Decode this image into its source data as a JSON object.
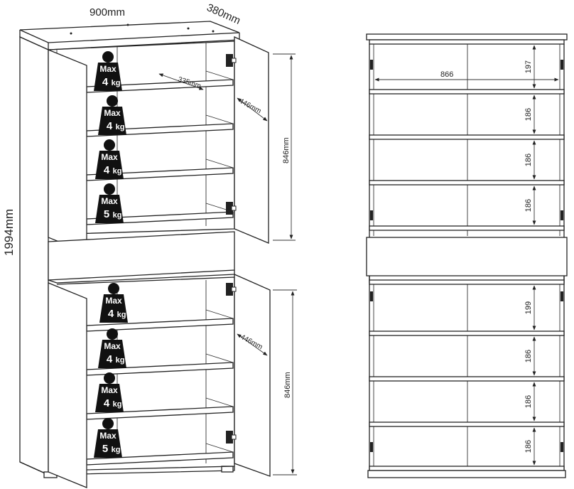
{
  "left_view": {
    "width_label": "900mm",
    "depth_label": "380mm",
    "height_label": "1994mm",
    "shelf_depth_label": "335mm",
    "door_depth_top_label": "446mm",
    "door_depth_bottom_label": "446mm",
    "upper_section_label": "846mm",
    "lower_section_label": "846mm",
    "weights": [
      {
        "line1": "Max",
        "line2": "4",
        "unit": "kg"
      },
      {
        "line1": "Max",
        "line2": "4",
        "unit": "kg"
      },
      {
        "line1": "Max",
        "line2": "4",
        "unit": "kg"
      },
      {
        "line1": "Max",
        "line2": "5",
        "unit": "kg"
      },
      {
        "line1": "Max",
        "line2": "4",
        "unit": "kg"
      },
      {
        "line1": "Max",
        "line2": "4",
        "unit": "kg"
      },
      {
        "line1": "Max",
        "line2": "4",
        "unit": "kg"
      },
      {
        "line1": "Max",
        "line2": "5",
        "unit": "kg"
      }
    ]
  },
  "right_view": {
    "inner_width_label": "866",
    "shelf_heights": [
      "197",
      "186",
      "186",
      "186",
      "199",
      "186",
      "186",
      "186"
    ]
  }
}
